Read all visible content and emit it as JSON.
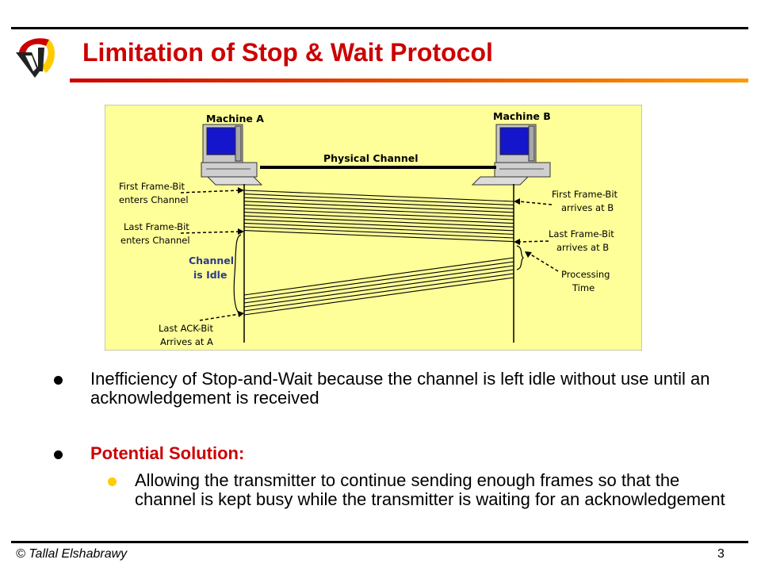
{
  "slide": {
    "title": "Limitation of Stop & Wait Protocol",
    "footer": "© Tallal Elshabrawy",
    "page_number": "3"
  },
  "diagram": {
    "machine_a": "Machine A",
    "machine_b": "Machine B",
    "channel": "Physical Channel",
    "first_enters_1": "First Frame-Bit",
    "first_enters_2": "enters Channel",
    "last_enters_1": "Last Frame-Bit",
    "last_enters_2": "enters Channel",
    "idle_1": "Channel",
    "idle_2": "is Idle",
    "last_ack_1": "Last ACK-Bit",
    "last_ack_2": "Arrives at A",
    "first_arrives_1": "First Frame-Bit",
    "first_arrives_2": "arrives at B",
    "last_arrives_1": "Last Frame-Bit",
    "last_arrives_2": "arrives at B",
    "processing_1": "Processing",
    "processing_2": "Time"
  },
  "bullets": {
    "item1": "Inefficiency of Stop-and-Wait because the channel is left idle without use until an acknowledgement is received",
    "item2_heading": "Potential Solution:",
    "item2_sub": "Allowing the transmitter to continue sending enough frames so that the channel is kept busy while the transmitter is waiting for an acknowledgement"
  },
  "colors": {
    "title": "#cc0000",
    "diagram_bg": "#ffff99",
    "idle_label": "#2a3a8f",
    "bullet_black": "#000000",
    "bullet_sub": "#ffcc00"
  }
}
